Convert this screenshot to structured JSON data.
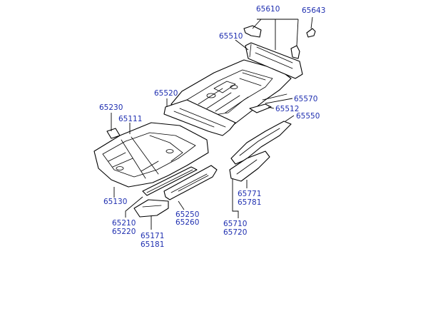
{
  "labels": {
    "l65610": "65610",
    "l65643": "65643",
    "l65510": "65510",
    "l65520": "65520",
    "l65570": "65570",
    "l65512": "65512",
    "l65550": "65550",
    "l65230": "65230",
    "l65111": "65111",
    "l65130": "65130",
    "l65210": "65210",
    "l65220": "65220",
    "l65250": "65250",
    "l65260": "65260",
    "l65171": "65171",
    "l65181": "65181",
    "l65771": "65771",
    "l65781": "65781",
    "l65710": "65710",
    "l65720": "65720"
  },
  "colors": {
    "label": "#1f2fb0",
    "line": "#000000"
  }
}
